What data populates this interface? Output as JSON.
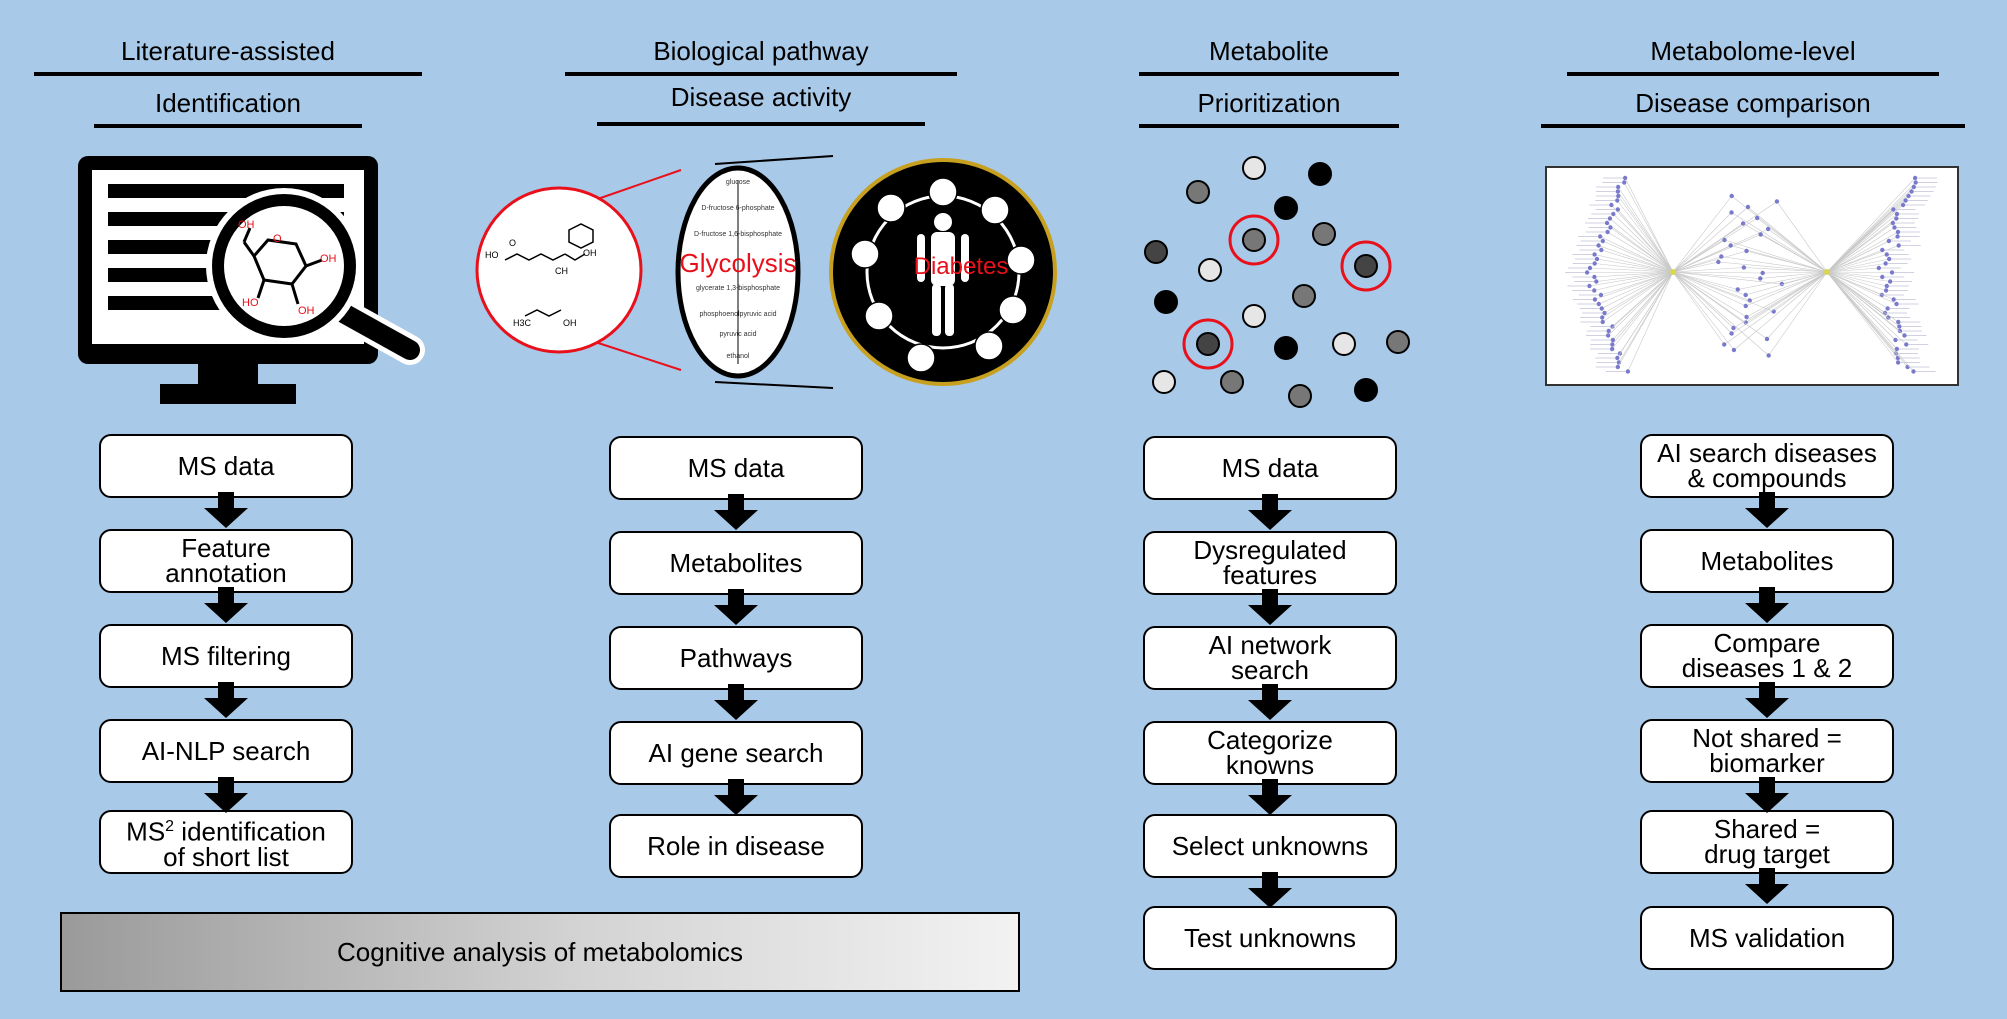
{
  "columns": [
    {
      "title": "Literature-assisted",
      "subtitle": "Identification",
      "steps": [
        "MS data",
        "Feature\nannotation",
        "MS filtering",
        "AI-NLP search"
      ],
      "last_step": {
        "prefix": "MS",
        "sup": "2",
        "rest": " identification",
        "line2": "of short list"
      }
    },
    {
      "title": "Biological pathway",
      "subtitle": "Disease activity",
      "steps": [
        "MS data",
        "Metabolites",
        "Pathways",
        "AI gene search",
        "Role in disease"
      ]
    },
    {
      "title": "Metabolite",
      "subtitle": "Prioritization",
      "steps": [
        "MS data",
        "Dysregulated\nfeatures",
        "AI network\nsearch",
        "Categorize\nknowns",
        "Select unknowns",
        "Test unknowns"
      ]
    },
    {
      "title": "Metabolome-level",
      "subtitle": "Disease comparison",
      "steps": [
        "AI search diseases\n& compounds",
        "Metabolites",
        "Compare\ndiseases 1 & 2",
        "Not shared =\nbiomarker",
        "Shared =\ndrug target",
        "MS validation"
      ]
    }
  ],
  "illustrations": {
    "glycolysis_label": "Glycolysis",
    "diabetes_label": "Diabetes",
    "highlight_color": "#e8101a"
  },
  "footer": {
    "label": "Cognitive analysis of metabolomics"
  }
}
